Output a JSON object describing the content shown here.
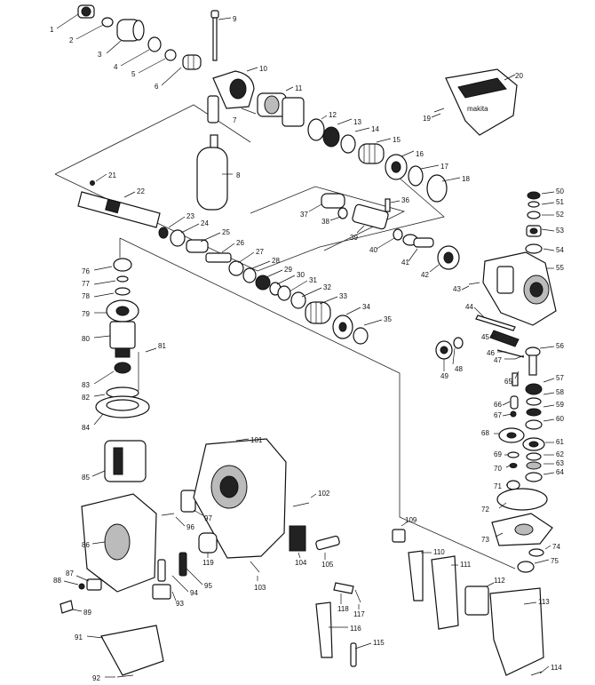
{
  "labels": [
    "1",
    "2",
    "3",
    "4",
    "5",
    "6",
    "7",
    "8",
    "9",
    "10",
    "11",
    "12",
    "13",
    "14",
    "15",
    "16",
    "17",
    "18",
    "19",
    "20",
    "21",
    "22",
    "23",
    "24",
    "25",
    "26",
    "27",
    "28",
    "29",
    "30",
    "31",
    "32",
    "33",
    "34",
    "35",
    "36",
    "37",
    "38",
    "39",
    "40",
    "41",
    "42",
    "43",
    "44",
    "45",
    "46",
    "47",
    "48",
    "49",
    "50",
    "51",
    "52",
    "53",
    "54",
    "55",
    "56",
    "57",
    "58",
    "59",
    "60",
    "61",
    "62",
    "63",
    "64",
    "65",
    "66",
    "67",
    "68",
    "69",
    "70",
    "71",
    "72",
    "73",
    "74",
    "75",
    "76",
    "77",
    "78",
    "79",
    "80",
    "81",
    "82",
    "83",
    "84",
    "85",
    "86",
    "87",
    "88",
    "89",
    "91",
    "92",
    "93",
    "94",
    "95",
    "96",
    "97",
    "101",
    "102",
    "103",
    "104",
    "105",
    "109",
    "110",
    "111",
    "112",
    "113",
    "114",
    "115",
    "116",
    "117",
    "118",
    "119"
  ],
  "housing_badge": "makita"
}
